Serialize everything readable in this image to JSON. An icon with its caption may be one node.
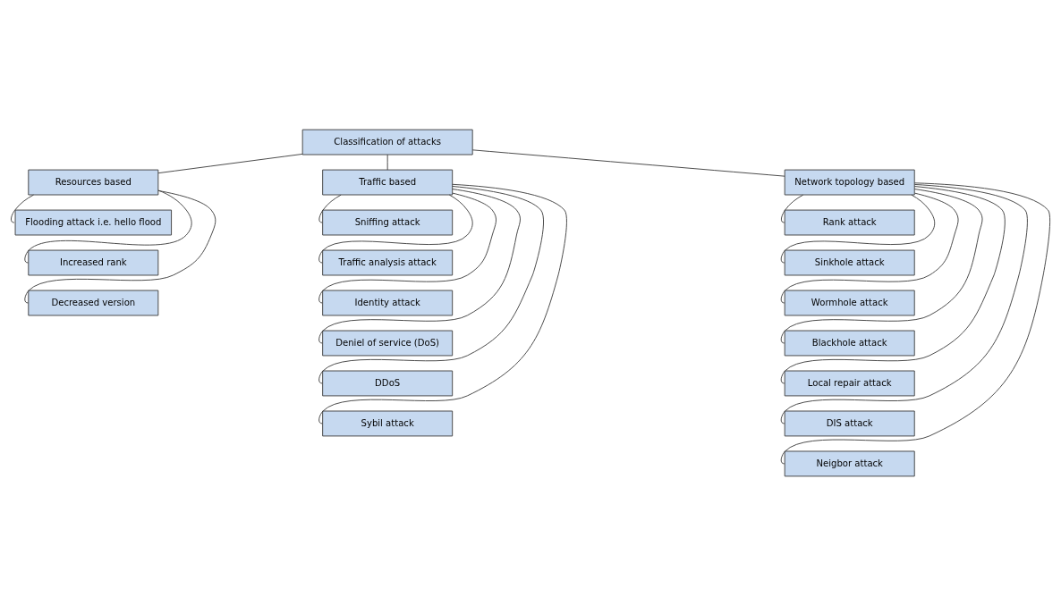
{
  "diagram": {
    "nodes": [
      {
        "text": [
          "Classification of attacks"
        ]
      },
      {
        "text": [
          "Resources based"
        ]
      },
      {
        "text": [
          "Traffic based"
        ]
      },
      {
        "text": [
          "Network topology based"
        ]
      },
      {
        "text": [
          "Flooding attack i.e. hello flood"
        ]
      },
      {
        "text": [
          "Increased rank"
        ]
      },
      {
        "text": [
          "Decreased version"
        ]
      },
      {
        "text": [
          "Sniffing attack"
        ]
      },
      {
        "text": [
          "Traffic analysis attack"
        ]
      },
      {
        "text": [
          "Identity attack"
        ]
      },
      {
        "text": [
          "Deniel of service (DoS)"
        ]
      },
      {
        "text": [
          "DDoS"
        ]
      },
      {
        "text": [
          "Sybil attack"
        ]
      },
      {
        "text": [
          "Rank attack"
        ]
      },
      {
        "text": [
          "Sinkhole attack"
        ]
      },
      {
        "text": [
          "Wormhole attack"
        ]
      },
      {
        "text": [
          "Blackhole attack"
        ]
      },
      {
        "text": [
          "Local repair attack"
        ]
      },
      {
        "text": [
          "DIS attack"
        ]
      },
      {
        "text": [
          "Neigbor attack"
        ]
      }
    ],
    "edges": [
      {
        "from": 0,
        "to": 1,
        "arrow": "none"
      },
      {
        "from": 0,
        "to": 2,
        "arrow": "none"
      },
      {
        "from": 0,
        "to": 3,
        "arrow": "none"
      },
      {
        "from": 1,
        "to": 4,
        "arrow": "none"
      },
      {
        "from": 1,
        "to": 5,
        "arrow": "none"
      },
      {
        "from": 1,
        "to": 6,
        "arrow": "none"
      },
      {
        "from": 2,
        "to": 7,
        "arrow": "none"
      },
      {
        "from": 2,
        "to": 8,
        "arrow": "none"
      },
      {
        "from": 2,
        "to": 9,
        "arrow": "none"
      },
      {
        "from": 2,
        "to": 10,
        "arrow": "none"
      },
      {
        "from": 2,
        "to": 11,
        "arrow": "none"
      },
      {
        "from": 2,
        "to": 12,
        "arrow": "none"
      },
      {
        "from": 3,
        "to": 13,
        "arrow": "none"
      },
      {
        "from": 3,
        "to": 14,
        "arrow": "none"
      },
      {
        "from": 3,
        "to": 15,
        "arrow": "none"
      },
      {
        "from": 3,
        "to": 16,
        "arrow": "none"
      },
      {
        "from": 3,
        "to": 17,
        "arrow": "none"
      },
      {
        "from": 3,
        "to": 18,
        "arrow": "none"
      },
      {
        "from": 3,
        "to": 19,
        "arrow": "none"
      }
    ]
  }
}
